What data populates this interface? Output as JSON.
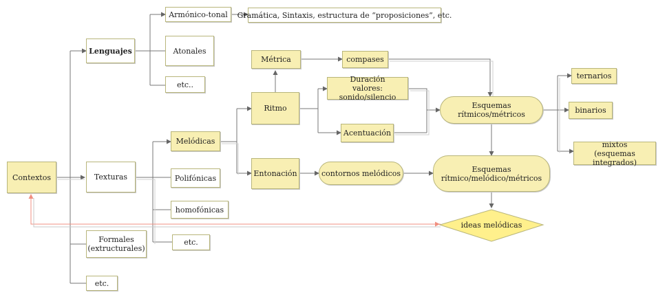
{
  "nodes": {
    "contextos": "Contextos",
    "lenguajes": "Lenguajes",
    "texturas": "Texturas",
    "formales": "Formales\n(extructurales)",
    "etc_left": "etc.",
    "armonico_tonal": "Armónico-tonal",
    "gramatica": "Gramática, Sintaxis, estructura de “proposiciones”, etc.",
    "atonales": "Atonales",
    "etc_lenguajes": "etc..",
    "melodicas": "Melódicas",
    "polifonicas": "Polifónicas",
    "homofonicas": "homofónicas",
    "etc_texturas": "etc.",
    "metrica": "Métrica",
    "compases": "compases",
    "ritmo": "Ritmo",
    "duracion": "Duración\nvalores: sonido/silencio",
    "acentuacion": "Acentuación",
    "entonacion": "Entonación",
    "contornos": "contornos  melódicos",
    "esquemas_ritmicos": "Esquemas\nrítmicos/métricos",
    "esquemas_melodicos": "Esquemas\nrítmico/melódico/métricos",
    "ternarios": "ternarios",
    "binarios": "binarios",
    "mixtos": "mixtos\n(esquemas integrados)",
    "ideas_melodicas": "ideas melódicas"
  },
  "colors": {
    "node_fill": "#f8efb3",
    "diamond_fill": "#fff08c",
    "border": "#b8b57a",
    "line": "#777777",
    "feedback_line": "#f08f80"
  }
}
